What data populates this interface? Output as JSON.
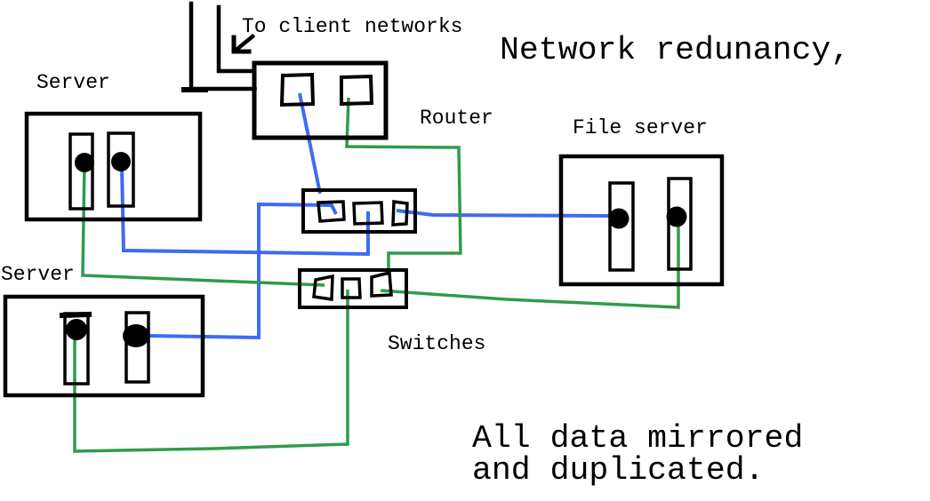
{
  "title": "Network redunancy,",
  "caption": {
    "line1": "All data mirrored",
    "line2": "and duplicated."
  },
  "annotation": {
    "client_networks": "To client networks"
  },
  "labels": {
    "server1": "Server",
    "server2": "Server",
    "router": "Router",
    "file_server": "File server",
    "switches": "Switches"
  },
  "colors": {
    "ink": "#000000",
    "background": "#ffffff",
    "link_blue": "#3D6BF4",
    "link_green": "#2D9C4B"
  },
  "nodes": [
    {
      "id": "router",
      "label": "Router",
      "ports": 2
    },
    {
      "id": "switch-1",
      "label": "Switches",
      "ports": 3
    },
    {
      "id": "switch-2",
      "label": "Switches",
      "ports": 3
    },
    {
      "id": "server-1",
      "label": "Server",
      "drives": 2
    },
    {
      "id": "server-2",
      "label": "Server",
      "drives": 2
    },
    {
      "id": "file-server",
      "label": "File server",
      "drives": 2
    }
  ],
  "connections": [
    {
      "from": "client-networks",
      "to": "router",
      "color": "black"
    },
    {
      "from": "router.port-1",
      "to": "switch-1.port-1",
      "color": "blue"
    },
    {
      "from": "router.port-2",
      "to": "switch-2.port-3",
      "color": "green"
    },
    {
      "from": "server-1.drive-2",
      "to": "switch-1.port-2",
      "color": "blue"
    },
    {
      "from": "switch-1.port-1",
      "to": "server-2.drive-2",
      "color": "blue"
    },
    {
      "from": "switch-1.port-3",
      "to": "file-server.drive-1",
      "color": "blue"
    },
    {
      "from": "server-1.drive-1",
      "to": "switch-2.port-1",
      "color": "green"
    },
    {
      "from": "switch-2.port-2",
      "to": "server-2.drive-1",
      "color": "green"
    },
    {
      "from": "switch-2.port-3",
      "to": "file-server.drive-2",
      "color": "green"
    }
  ]
}
